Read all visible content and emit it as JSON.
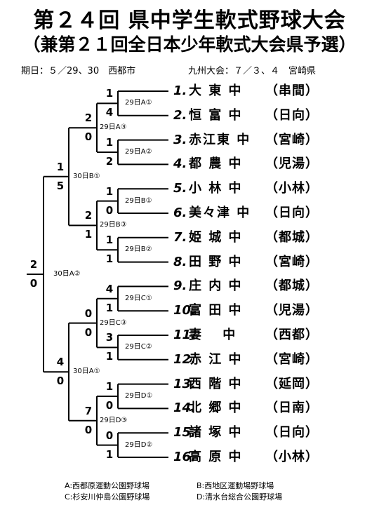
{
  "title": "第２４回 県中学生軟式野球大会",
  "subtitle": "（兼第２１回全日本少年軟式大会県予選）",
  "info": {
    "dates": "期日：５／29、30　西都市",
    "kyushu": "九州大会：７／３、４　宮崎県"
  },
  "teams": [
    {
      "num": "1.",
      "name": "大 東 中",
      "pref": "（串間）"
    },
    {
      "num": "2.",
      "name": "恒 富 中",
      "pref": "（日向）"
    },
    {
      "num": "3.",
      "name": "赤江東 中",
      "pref": "（宮崎）"
    },
    {
      "num": "4.",
      "name": "都 農 中",
      "pref": "（児湯）"
    },
    {
      "num": "5.",
      "name": "小 林 中",
      "pref": "（小林）"
    },
    {
      "num": "6.",
      "name": "美々津 中",
      "pref": "（日向）"
    },
    {
      "num": "7.",
      "name": "姫 城 中",
      "pref": "（都城）"
    },
    {
      "num": "8.",
      "name": "田 野 中",
      "pref": "（宮崎）"
    },
    {
      "num": "9.",
      "name": "庄 内 中",
      "pref": "（都城）"
    },
    {
      "num": "10.",
      "name": "富 田 中",
      "pref": "（児湯）"
    },
    {
      "num": "11.",
      "name": "妻 　中",
      "pref": "（西都）"
    },
    {
      "num": "12.",
      "name": "赤 江 中",
      "pref": "（宮崎）"
    },
    {
      "num": "13.",
      "name": "西 階 中",
      "pref": "（延岡）"
    },
    {
      "num": "14.",
      "name": "北 郷 中",
      "pref": "（日南）"
    },
    {
      "num": "15.",
      "name": "諸 塚 中",
      "pref": "（日向）"
    },
    {
      "num": "16.",
      "name": "高 原 中",
      "pref": "（小林）"
    }
  ],
  "round1": [
    {
      "label": "29日A①",
      "top": "1",
      "bottom": "4"
    },
    {
      "label": "29日A②",
      "top": "1",
      "bottom": "2"
    },
    {
      "label": "29日B①",
      "top": "1",
      "bottom": "0"
    },
    {
      "label": "29日B②",
      "top": "1",
      "bottom": "1"
    },
    {
      "label": "29日C①",
      "top": "4",
      "bottom": "1"
    },
    {
      "label": "29日C②",
      "top": "3",
      "bottom": "1"
    },
    {
      "label": "29日D①",
      "top": "1",
      "bottom": "0"
    },
    {
      "label": "29日D②",
      "top": "0",
      "bottom": "1"
    }
  ],
  "round2": [
    {
      "label": "29日A③",
      "top": "2",
      "bottom": "0"
    },
    {
      "label": "29日B③",
      "top": "2",
      "bottom": "1"
    },
    {
      "label": "29日C③",
      "top": "0",
      "bottom": "0"
    },
    {
      "label": "29日D③",
      "top": "7",
      "bottom": "0"
    }
  ],
  "semis": [
    {
      "label": "30日B①",
      "top": "1",
      "bottom": "5"
    },
    {
      "label": "30日A①",
      "top": "4",
      "bottom": "0"
    }
  ],
  "final": {
    "label": "30日A②",
    "top": "2",
    "bottom": "0"
  },
  "legend": {
    "a": "A:西都原運動公園野球場",
    "b": "B:西地区運動場野球場",
    "c": "C:杉安川仲島公園野球場",
    "d": "D:清水台総合公園野球場"
  }
}
